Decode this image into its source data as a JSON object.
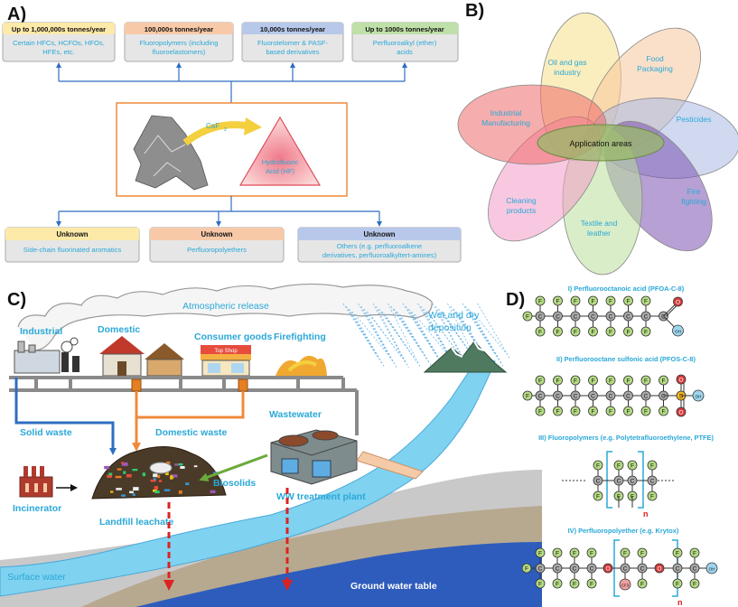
{
  "panelA": {
    "label": "A)",
    "top_boxes": [
      {
        "head": "Up to 1,000,000s tonnes/year",
        "body": [
          "Certain HFCs, HCFOs, HFOs,",
          "HFEs, etc."
        ],
        "head_color": "#fde9a8"
      },
      {
        "head": "100,000s tonnes/year",
        "body": [
          "Fluoropolymers (including",
          "fluoroelastomers)"
        ],
        "head_color": "#f8c9a8"
      },
      {
        "head": "10,000s tonnes/year",
        "body": [
          "Fluorotelomer & PASF-",
          "based derivatives"
        ],
        "head_color": "#b7c8ea"
      },
      {
        "head": "Up to 1000s tonnes/year",
        "body": [
          "Perfluoroalkyl (ether)",
          "acids"
        ],
        "head_color": "#bfe0a8"
      }
    ],
    "caf2": "CaF",
    "caf2_sub": "2",
    "hf_label": [
      "Hydrofluoric",
      "Acid (HF)"
    ],
    "bottom_boxes": [
      {
        "head": "Unknown",
        "body": [
          "Side-chain fluorinated aromatics"
        ],
        "head_color": "#fde9a8"
      },
      {
        "head": "Unknown",
        "body": [
          "Perfluoropolyethers"
        ],
        "head_color": "#f8c9a8"
      },
      {
        "head": "Unknown",
        "body": [
          "Others (e.g. perfluoroalkene",
          "derivatives, perfluoroalkyltert-amines)"
        ],
        "head_color": "#b7c8ea"
      }
    ]
  },
  "panelB": {
    "label": "B)",
    "center": "Application areas",
    "petals": [
      {
        "label": [
          "Oil and gas",
          "industry"
        ],
        "color": "#f6e08a"
      },
      {
        "label": [
          "Food",
          "Packaging"
        ],
        "color": "#f7c79d"
      },
      {
        "label": [
          "Pesticides"
        ],
        "color": "#a9b9e3"
      },
      {
        "label": [
          "Fire",
          "fighting"
        ],
        "color": "#7a52b0"
      },
      {
        "label": [
          "Textile and",
          "leather"
        ],
        "color": "#b9df9a"
      },
      {
        "label": [
          "Cleaning",
          "products"
        ],
        "color": "#f39ac8"
      },
      {
        "label": [
          "Industrial",
          "Manufacturing"
        ],
        "color": "#ee6a6a"
      }
    ]
  },
  "panelC": {
    "label": "C)",
    "atmospheric": "Atmospheric release",
    "wet_dry": [
      "Wet and dry",
      "deposition"
    ],
    "industrial": "Industrial",
    "domestic": "Domestic",
    "consumer": "Consumer goods",
    "firefighting": "Firefighting",
    "wastewater": "Wastewater",
    "solid_waste": "Solid waste",
    "domestic_waste": "Domestic waste",
    "biosolids": "Biosolids",
    "incinerator": "Incinerator",
    "landfill": "Landfill leachate",
    "wwtp": "WW treatment plant",
    "surface_water": "Surface water",
    "ground_water": "Ground water table",
    "shop_sign": "Top Shop"
  },
  "panelD": {
    "label": "D)",
    "titles": [
      "I) Perfluorooctanoic acid (PFOA-C-8)",
      "II) Perfluorooctane sulfonic acid (PFOS-C-8)",
      "III) Fluoropolymers (e.g. Polytetrafluoroethylene, PTFE)",
      "IV) Perfluoropolyether (e.g. Krytox)"
    ],
    "atoms": {
      "F": "F",
      "C": "C",
      "O": "O",
      "S": "S",
      "OH": "OH",
      "CF3": "CF3",
      "n": "n"
    }
  },
  "colors": {
    "accent": "#2aa8d8",
    "blue_arrow": "#2f6ec0",
    "orange_arrow": "#ef8a3c",
    "green_arrow": "#6aaa3a",
    "red": "#dd2222"
  }
}
